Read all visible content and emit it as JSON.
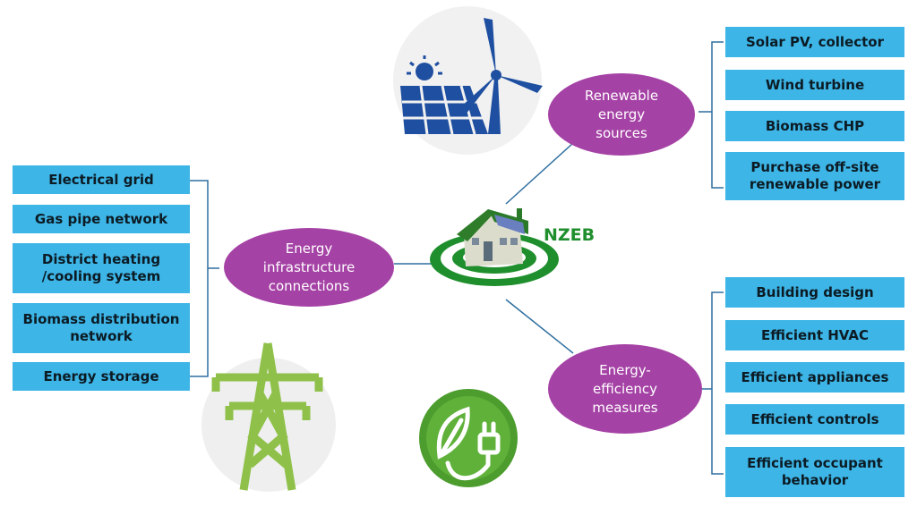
{
  "center": {
    "label": "NZEB"
  },
  "hubs": {
    "renewable": "Renewable\nenergy\nsources",
    "infrastructure": "Energy\ninfrastructure\nconnections",
    "efficiency": "Energy-\nefficiency\nmeasures"
  },
  "renewable_items": [
    "Solar PV, collector",
    "Wind turbine",
    "Biomass CHP",
    "Purchase off-site\nrenewable power"
  ],
  "infrastructure_items": [
    "Electrical grid",
    "Gas pipe network",
    "District heating\n/cooling system",
    "Biomass distribution\nnetwork",
    "Energy storage"
  ],
  "efficiency_items": [
    "Building design",
    "Efficient HVAC",
    "Efficient appliances",
    "Efficient controls",
    "Efficient occupant\nbehavior"
  ],
  "colors": {
    "box": "#3db5e6",
    "hub": "#a542a5",
    "nzeb": "#1f8f2d",
    "line": "#2f6f9f"
  }
}
